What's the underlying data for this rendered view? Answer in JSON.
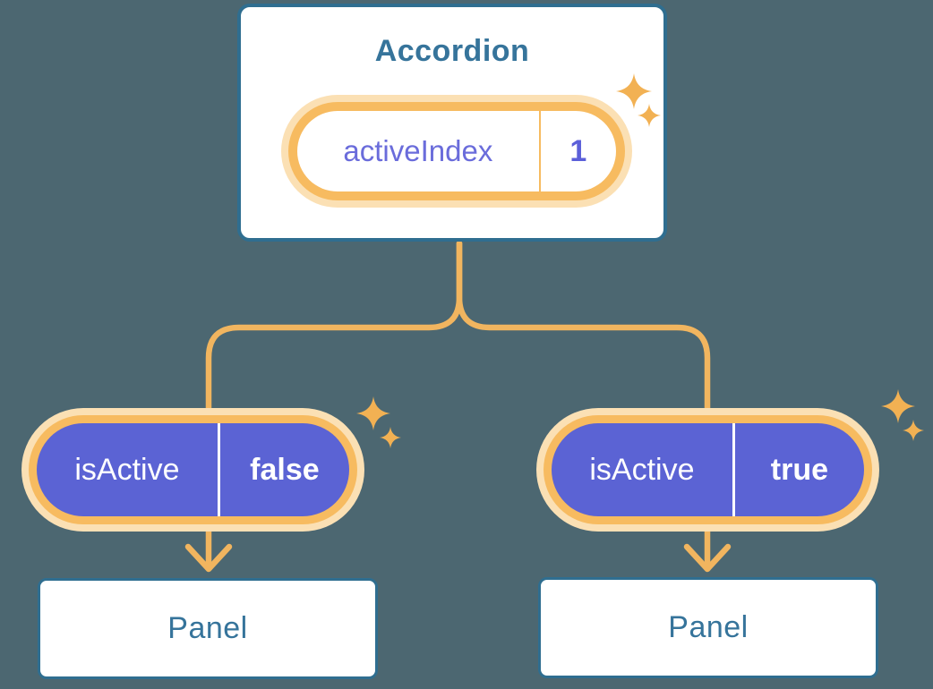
{
  "background_color": "#4c6771",
  "diagram": {
    "root": {
      "title": "Accordion",
      "state": {
        "name": "activeIndex",
        "value": "1"
      }
    },
    "children": [
      {
        "prop": {
          "name": "isActive",
          "value": "false"
        },
        "node": "Panel"
      },
      {
        "prop": {
          "name": "isActive",
          "value": "true"
        },
        "node": "Panel"
      }
    ]
  },
  "colors": {
    "background": "#4c6771",
    "card_border_blue": "#2f6e90",
    "text_blue": "#36749b",
    "connector_orange": "#f1b55f",
    "ring_orange": "#f7bb60",
    "glow_peach": "#fbe0b4",
    "pill_purple": "#5b63d4",
    "state_text_purple": "#6a6cdb",
    "state_value_purple": "#5b5fd9",
    "sparkle_orange": "#f2b153",
    "text_white": "#ffffff"
  }
}
